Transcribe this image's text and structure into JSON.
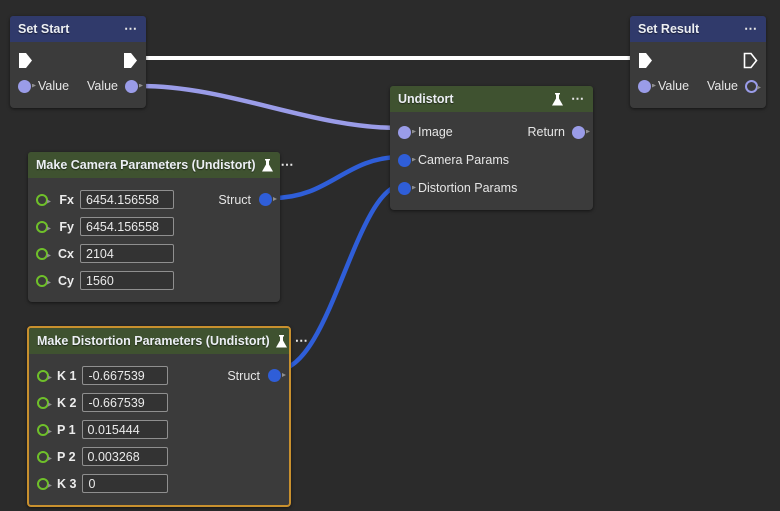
{
  "canvas": {
    "background": "#2b2b2b"
  },
  "colors": {
    "header_blue": "#303a6b",
    "header_green": "#3f5230",
    "node_body": "#3b3b3b",
    "selection_border": "#c8902e",
    "wire_exec": "#ffffff",
    "wire_lavender": "#9a9ce8",
    "wire_blue": "#2f5ed8",
    "pin_green": "#6fc02a"
  },
  "nodes": {
    "set_start": {
      "title": "Set Start",
      "menu_icon": "ellipsis-icon",
      "out_exec_icon": "exec-triangle-icon",
      "in_exec_icon": "exec-triangle-icon",
      "input_label": "Value",
      "output_label": "Value"
    },
    "set_result": {
      "title": "Set Result",
      "menu_icon": "ellipsis-icon",
      "in_exec_icon": "exec-triangle-icon",
      "out_exec_icon": "exec-triangle-outline-icon",
      "input_label": "Value",
      "output_label": "Value"
    },
    "undistort": {
      "title": "Undistort",
      "flask_icon": "flask-icon",
      "menu_icon": "ellipsis-icon",
      "inputs": [
        "Image",
        "Camera Params",
        "Distortion Params"
      ],
      "output_label": "Return"
    },
    "camera_params": {
      "title": "Make Camera Parameters (Undistort)",
      "flask_icon": "flask-icon",
      "menu_icon": "ellipsis-icon",
      "output_label": "Struct",
      "fields": [
        {
          "label": "Fx",
          "value": "6454.156558"
        },
        {
          "label": "Fy",
          "value": "6454.156558"
        },
        {
          "label": "Cx",
          "value": "2104"
        },
        {
          "label": "Cy",
          "value": "1560"
        }
      ]
    },
    "distortion_params": {
      "title": "Make Distortion Parameters (Undistort)",
      "flask_icon": "flask-icon",
      "menu_icon": "ellipsis-icon",
      "output_label": "Struct",
      "selected": true,
      "fields": [
        {
          "label": "K 1",
          "value": "-0.667539"
        },
        {
          "label": "K 2",
          "value": "-0.667539"
        },
        {
          "label": "P 1",
          "value": "0.015444"
        },
        {
          "label": "P 2",
          "value": "0.003268"
        },
        {
          "label": "K 3",
          "value": "0"
        }
      ]
    }
  }
}
